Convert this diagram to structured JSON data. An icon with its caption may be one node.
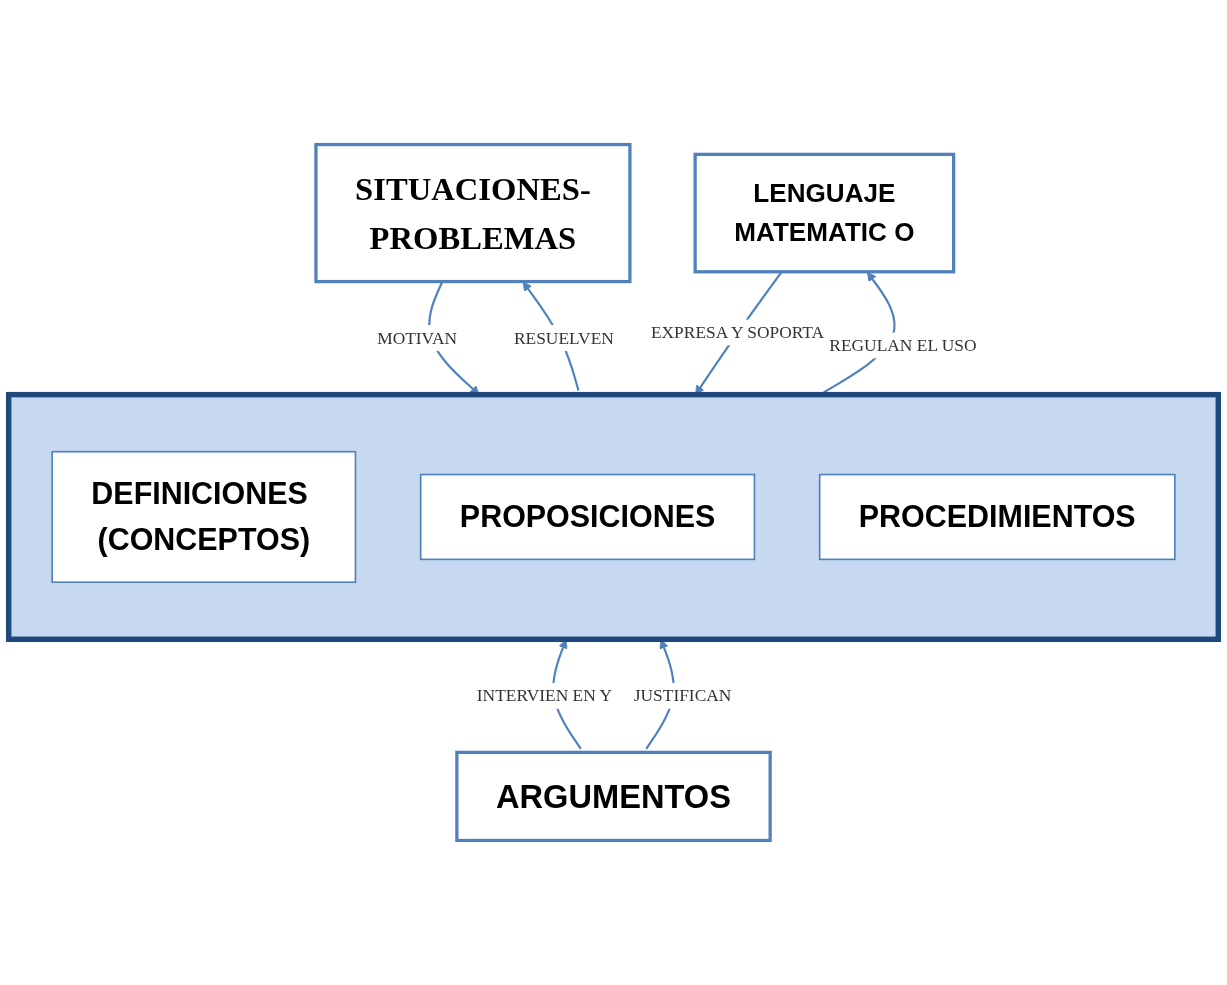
{
  "diagram": {
    "nodes": [
      {
        "text": [
          "SITUACIONES-PROBLEMAS"
        ]
      },
      {
        "text": [
          "LENGUAJE",
          "MATEMATIC O"
        ]
      },
      {
        "text": [],
        "shape": "box"
      },
      {
        "text": [
          "DEFINICIONES (CONCEPTOS)"
        ],
        "in": 2
      },
      {
        "text": [
          "PROPOSICIONES"
        ],
        "in": 2
      },
      {
        "text": [
          "PROCEDIMIENTOS"
        ],
        "in": 2
      },
      {
        "text": [
          "ARGUMENTOS"
        ]
      }
    ],
    "edges": [
      {
        "from": 0,
        "to": 2,
        "arrow": "to",
        "label": "MOTIVAN"
      },
      {
        "from": 2,
        "to": 0,
        "arrow": "to",
        "label": "RESUELVEN"
      },
      {
        "from": 1,
        "to": 2,
        "arrow": "to",
        "label": "EXPRESA Y SOPORTA"
      },
      {
        "from": 2,
        "to": 1,
        "arrow": "to",
        "label": "REGULAN EL USO"
      },
      {
        "from": 6,
        "to": 2,
        "arrow": "to",
        "label": "INTERVIEN EN Y"
      },
      {
        "from": 6,
        "to": 2,
        "arrow": "to",
        "label": "JUSTIFICAN"
      }
    ]
  }
}
